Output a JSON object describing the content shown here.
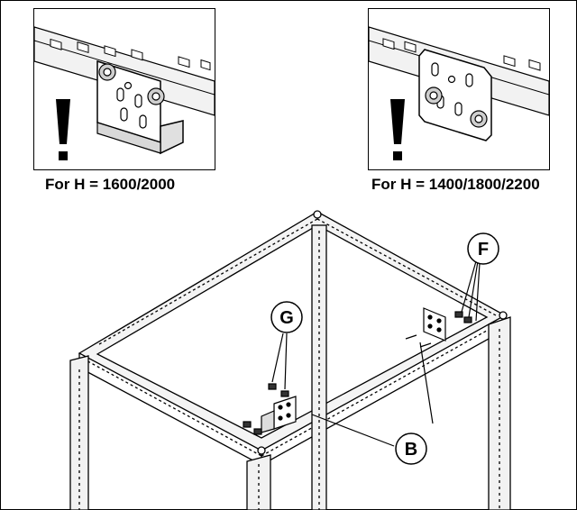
{
  "insets": [
    {
      "caption": "For H = 1600/2000",
      "warning_symbol": "!"
    },
    {
      "caption": "For H = 1400/1800/2200",
      "warning_symbol": "!"
    }
  ],
  "callouts": {
    "f": "F",
    "g": "G",
    "b": "B"
  },
  "colors": {
    "line": "#000000",
    "background": "#ffffff",
    "frame_fill": "#e6e6e6"
  }
}
